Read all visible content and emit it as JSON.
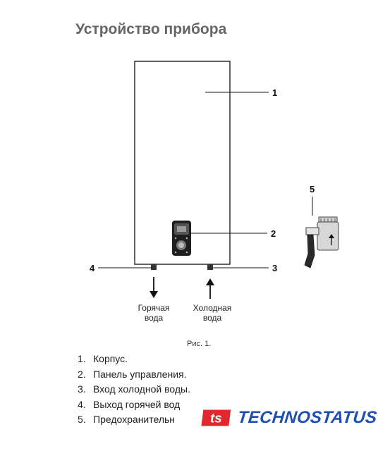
{
  "title": "Устройство прибора",
  "callouts": [
    "1",
    "2",
    "3",
    "4",
    "5"
  ],
  "flow_labels": {
    "hot": [
      "Горячая",
      "вода"
    ],
    "cold": [
      "Холодная",
      "вода"
    ]
  },
  "figure_caption": "Рис. 1.",
  "legend": [
    {
      "num": "1.",
      "text": "Корпус."
    },
    {
      "num": "2.",
      "text": "Панель управления."
    },
    {
      "num": "3.",
      "text": "Вход холодной воды."
    },
    {
      "num": "4.",
      "text": "Выход горячей вод"
    },
    {
      "num": "5.",
      "text": "Предохранительн"
    }
  ],
  "logo": {
    "mark": "ts",
    "name": "TECHNOSTATUS"
  },
  "colors": {
    "logo_red": "#e0282e",
    "logo_blue": "#1f4fb0",
    "title": "#666666"
  }
}
